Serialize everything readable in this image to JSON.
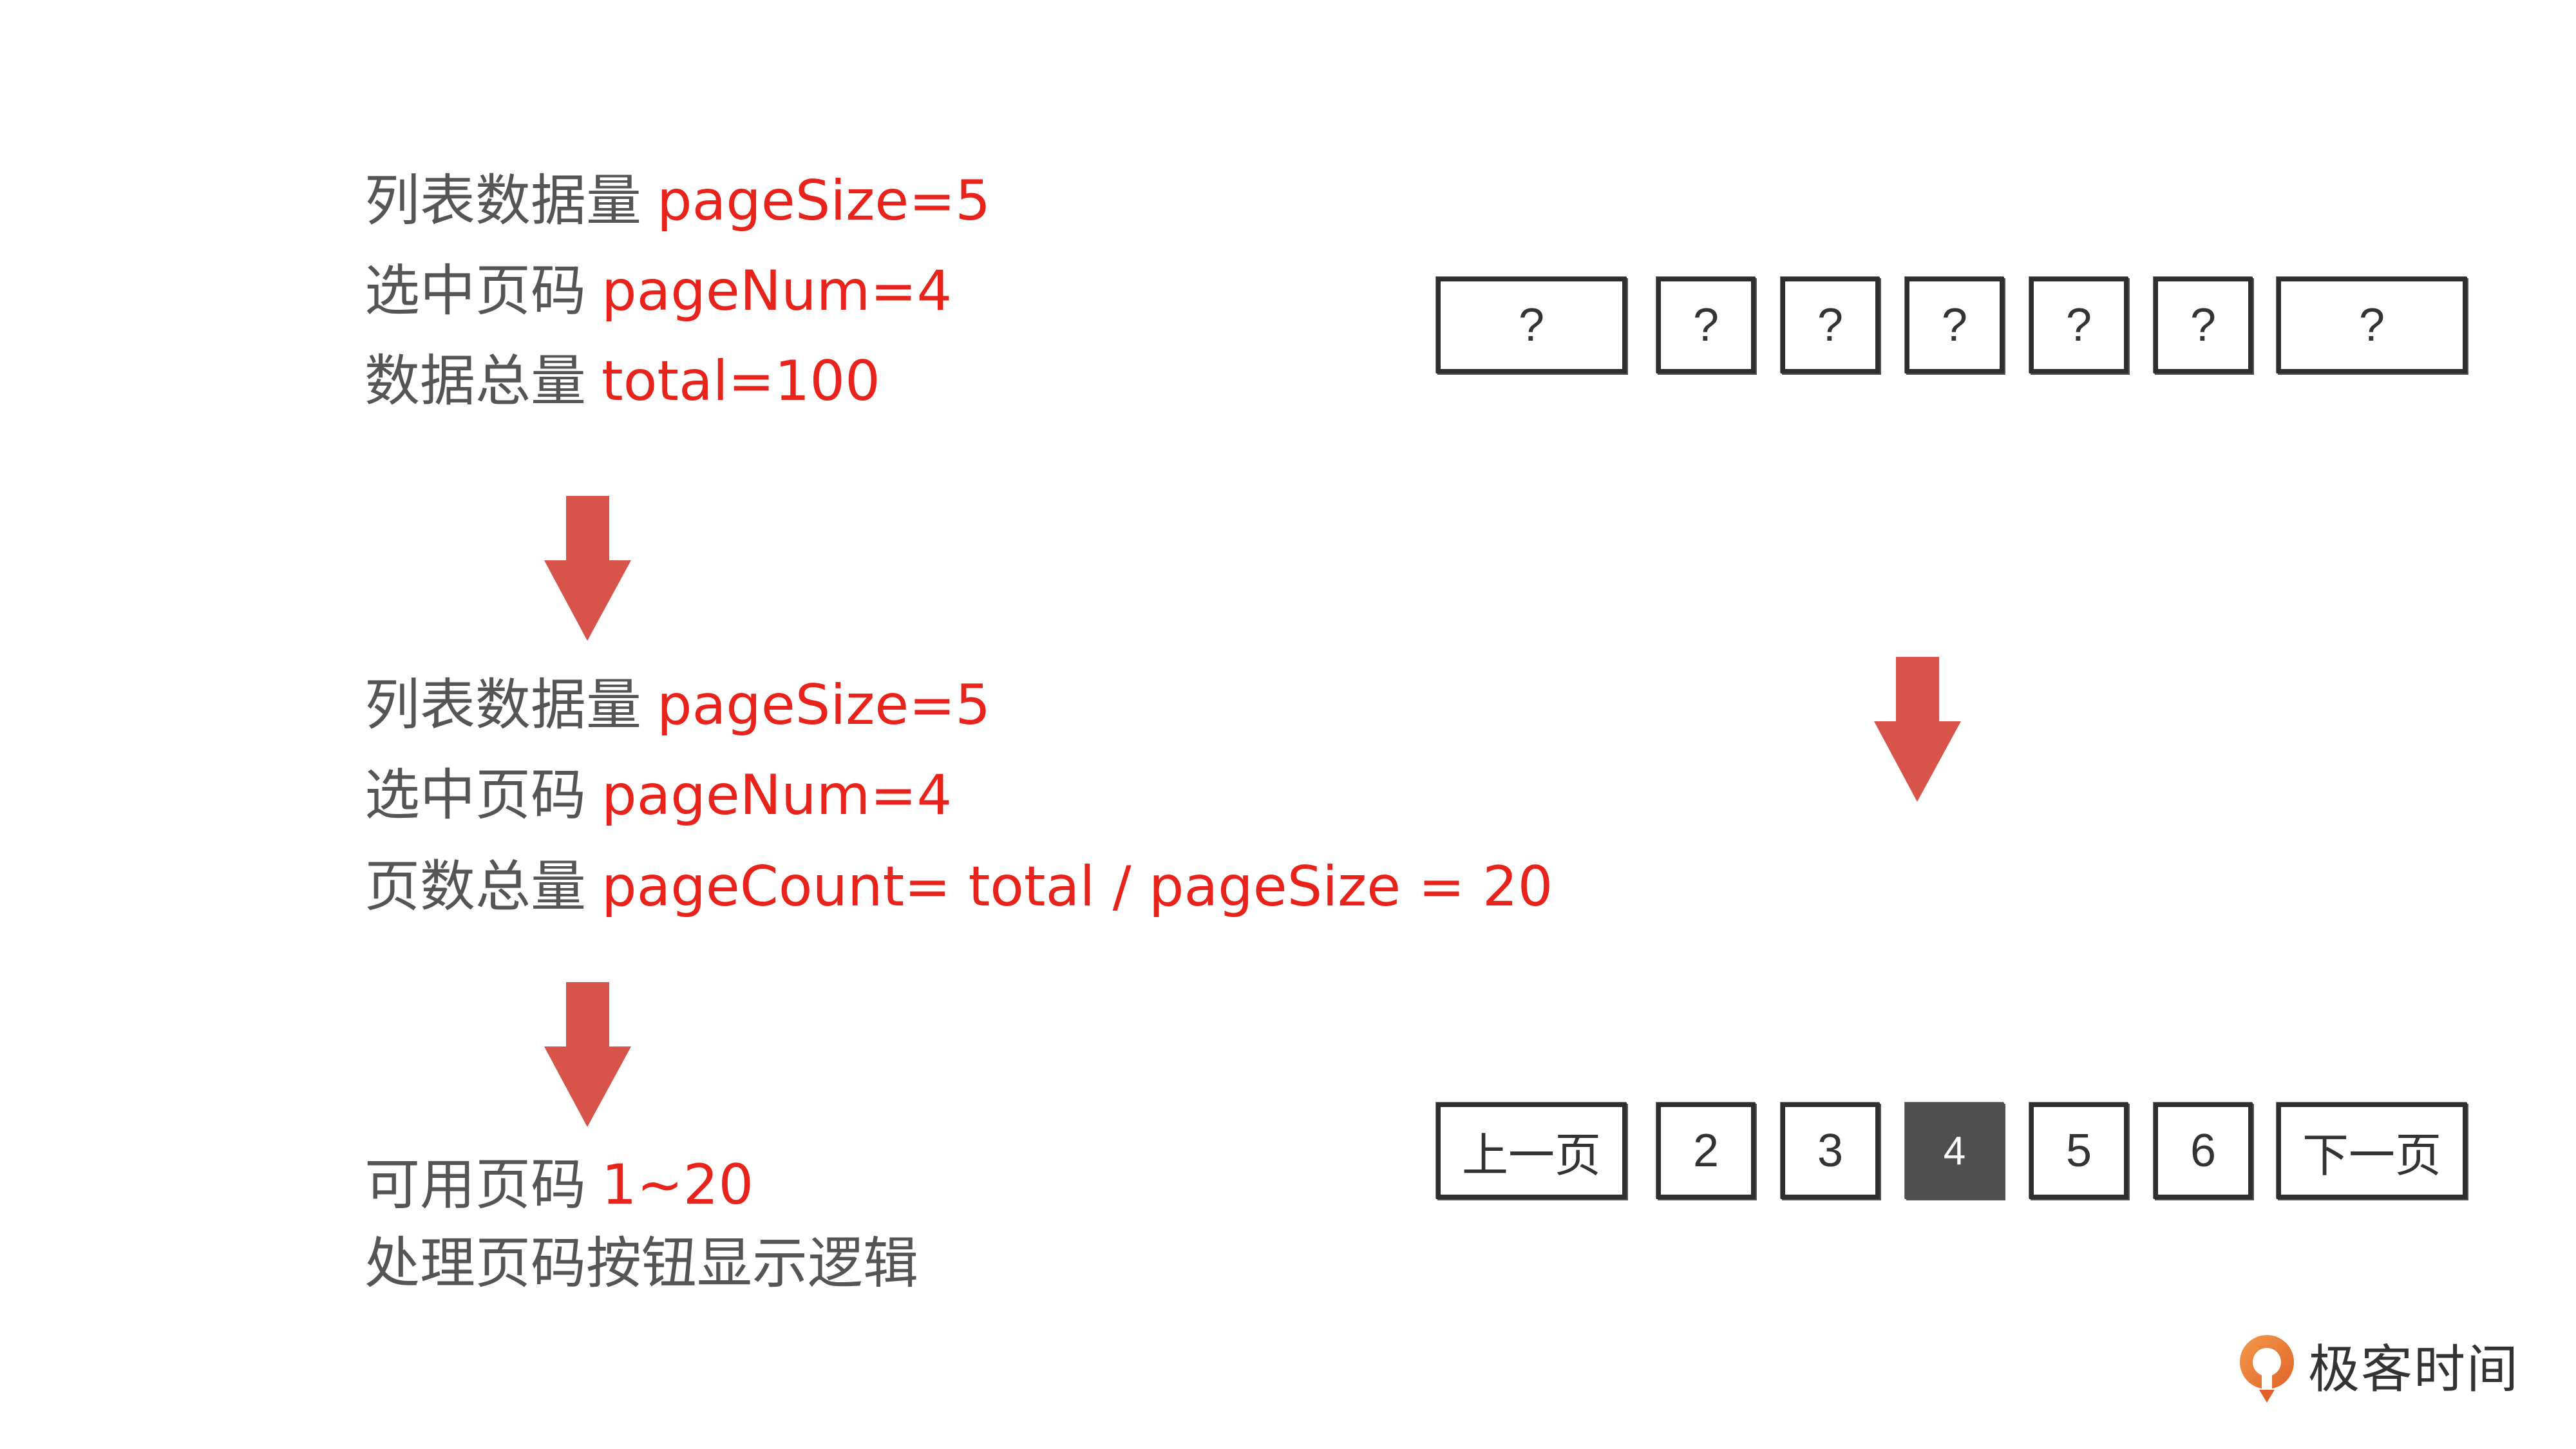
{
  "colors": {
    "text_gray": "#555555",
    "value_red": "#e8231b",
    "arrow_red": "#d8544a",
    "border_dark": "#2e2e2e",
    "active_fill": "#4f4f4f"
  },
  "block1": {
    "line1": {
      "label": "列表数据量",
      "value": "pageSize=5"
    },
    "line2": {
      "label": "选中页码",
      "value": "pageNum=4"
    },
    "line3": {
      "label": "数据总量",
      "value": "total=100"
    }
  },
  "block2": {
    "line1": {
      "label": "列表数据量",
      "value": "pageSize=5"
    },
    "line2": {
      "label": "选中页码",
      "value": "pageNum=4"
    },
    "line3": {
      "label": "页数总量",
      "value": "pageCount= total / pageSize = 20"
    }
  },
  "block3": {
    "line1": {
      "label": "可用页码",
      "value": "1~20"
    },
    "line2": {
      "label": "处理页码按钮显示逻辑"
    }
  },
  "pager_top": {
    "buttons": [
      "?",
      "?",
      "?",
      "?",
      "?",
      "?",
      "?"
    ]
  },
  "pager_bottom": {
    "prev": "上一页",
    "pages": [
      "2",
      "3",
      "4",
      "5",
      "6"
    ],
    "active": "4",
    "next": "下一页"
  },
  "logo": {
    "text": "极客时间",
    "icon": "geektime-logo-icon"
  }
}
